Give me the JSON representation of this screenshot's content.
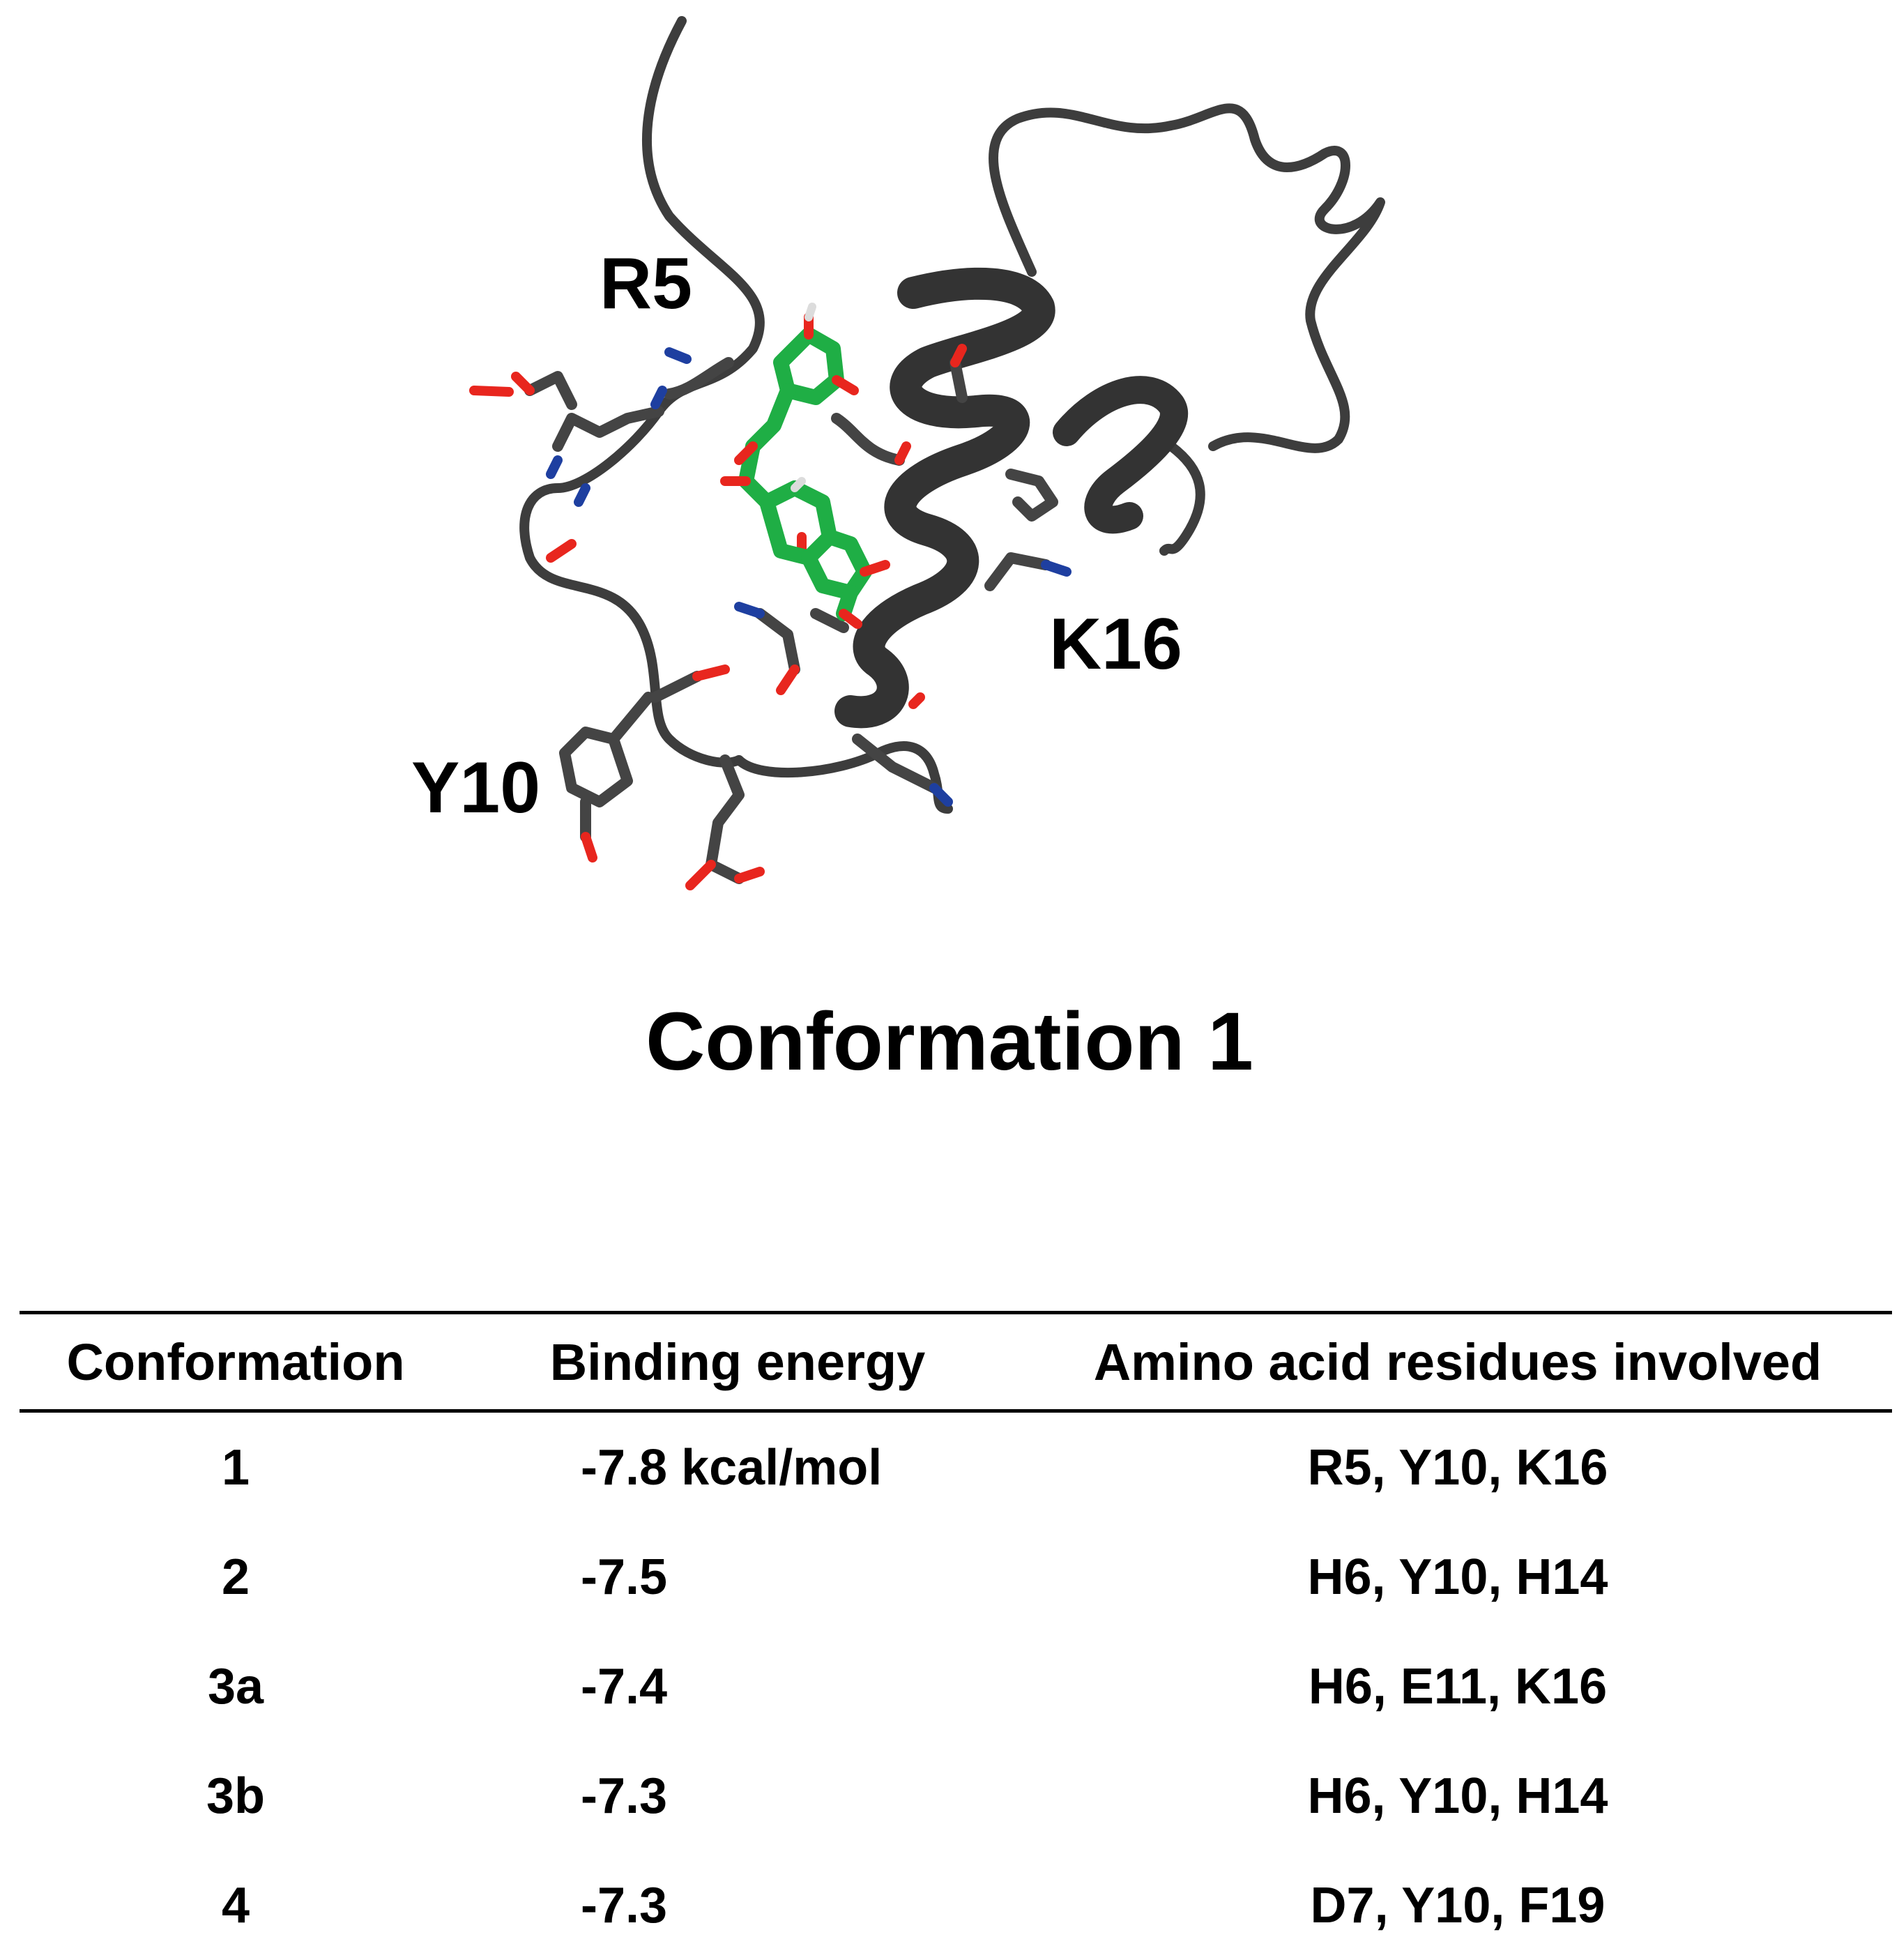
{
  "figure": {
    "residue_labels": {
      "r5": "R5",
      "k16": "K16",
      "y10": "Y10"
    },
    "colors": {
      "backbone": "#3d3d3d",
      "ligand": "#1fae45",
      "oxygen": "#e8261e",
      "nitrogen": "#1e3fa0",
      "hydrogen": "#dcdcdc"
    }
  },
  "caption": "Conformation 1",
  "table": {
    "headers": [
      "Conformation",
      "Binding energy",
      "Amino acid residues involved"
    ],
    "rows": [
      [
        "1",
        "-7.8 kcal/mol",
        "R5, Y10, K16"
      ],
      [
        "2",
        "-7.5",
        "H6, Y10, H14"
      ],
      [
        "3a",
        "-7.4",
        "H6, E11, K16"
      ],
      [
        "3b",
        "-7.3",
        "H6, Y10, H14"
      ],
      [
        "4",
        "-7.3",
        "D7, Y10, F19"
      ]
    ]
  }
}
